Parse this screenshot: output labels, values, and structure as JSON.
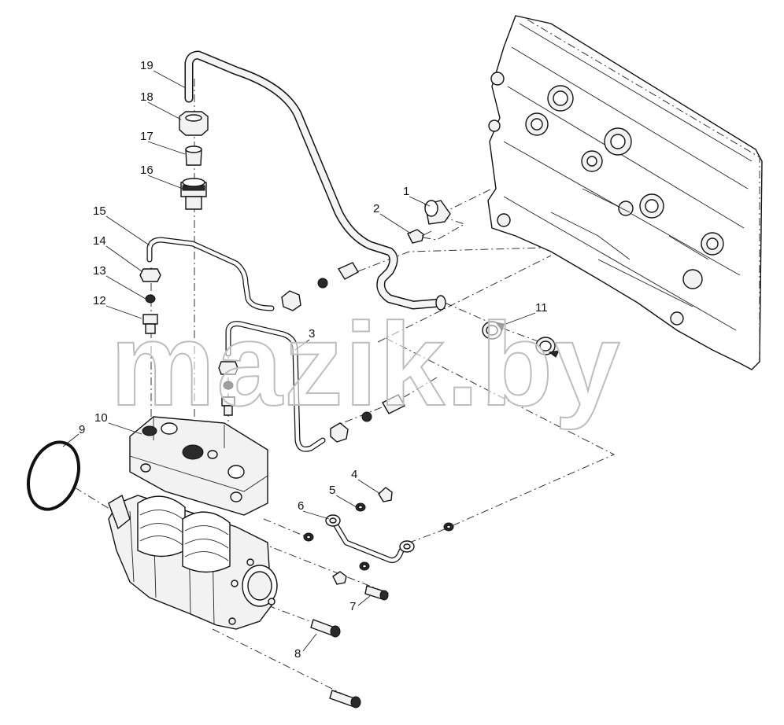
{
  "diagram": {
    "callouts": [
      "1",
      "2",
      "3",
      "4",
      "5",
      "6",
      "7",
      "8",
      "9",
      "10",
      "11",
      "12",
      "13",
      "14",
      "15",
      "16",
      "17",
      "18",
      "19"
    ],
    "watermark": "mazik.by"
  }
}
